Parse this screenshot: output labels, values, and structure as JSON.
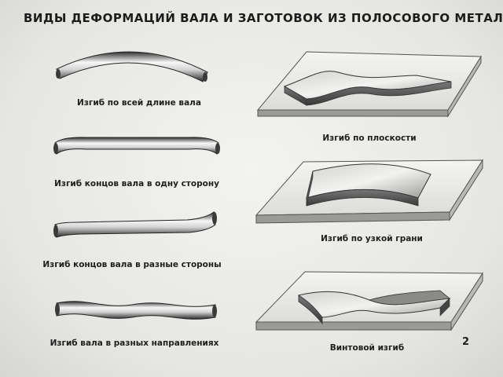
{
  "title": "ВИДЫ ДЕФОРМАЦИЙ ВАЛА И ЗАГОТОВОК ИЗ ПОЛОСОВОГО МЕТАЛЛА",
  "shaft_captions": [
    "Изгиб по всей длине вала",
    "Изгиб концов вала в одну сторону",
    "Изгиб концов вала в разные стороны",
    "Изгиб вала в разных направлениях"
  ],
  "strip_captions": [
    "Изгиб по плоскости",
    "Изгиб по узкой грани",
    "Винтовой изгиб"
  ],
  "page_number": "2",
  "colors": {
    "background": "#e9e9e6",
    "ink": "#1e1e1e",
    "metal_dark": "#3a3a3a",
    "metal_light": "#f4f4f4"
  }
}
